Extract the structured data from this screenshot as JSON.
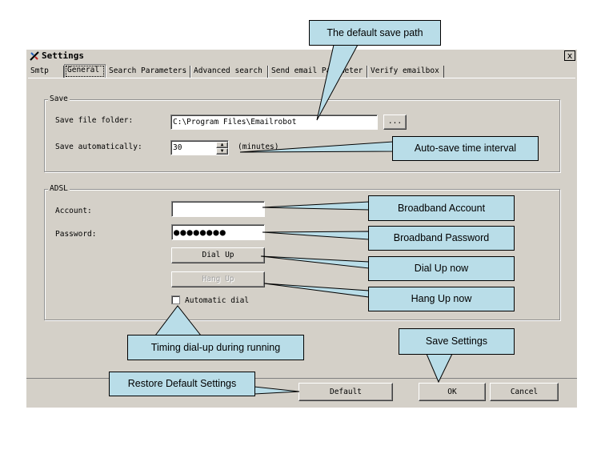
{
  "window": {
    "title": "Settings",
    "close_glyph": "x"
  },
  "tabs": [
    {
      "label": "Smtp"
    },
    {
      "label": "General"
    },
    {
      "label": "Search Parameters"
    },
    {
      "label": "Advanced search"
    },
    {
      "label": "Send email Parameter"
    },
    {
      "label": "Verify emailbox"
    }
  ],
  "save_group": {
    "legend": "Save",
    "folder_label": "Save file folder:",
    "folder_value": "C:\\Program Files\\Emailrobot",
    "browse_label": "...",
    "auto_label": "Save automatically:",
    "auto_value": "30",
    "auto_unit": "(minutes)"
  },
  "adsl_group": {
    "legend": "ADSL",
    "account_label": "Account:",
    "account_value": "",
    "password_label": "Password:",
    "password_mask": "●●●●●●●●",
    "dial_up_label": "Dial Up",
    "hang_up_label": "Hang Up",
    "auto_dial_label": "Automatic dial",
    "auto_dial_checked": false
  },
  "footer": {
    "default_label": "Default",
    "ok_label": "OK",
    "cancel_label": "Cancel"
  },
  "callouts": {
    "save_path": "The default save path",
    "auto_save": "Auto-save time interval",
    "broadband_account": "Broadband Account",
    "broadband_password": "Broadband Password",
    "dial_up_now": "Dial Up now",
    "hang_up_now": "Hang Up now",
    "timing_dial": "Timing dial-up during running",
    "save_settings": "Save Settings",
    "restore_default": "Restore Default Settings"
  },
  "colors": {
    "callout_fill": "#b9dde8",
    "window_face": "#d4d0c8"
  },
  "icons": [
    "settings-app-icon",
    "close-icon",
    "spin-up-icon",
    "spin-down-icon",
    "checkbox-icon"
  ]
}
